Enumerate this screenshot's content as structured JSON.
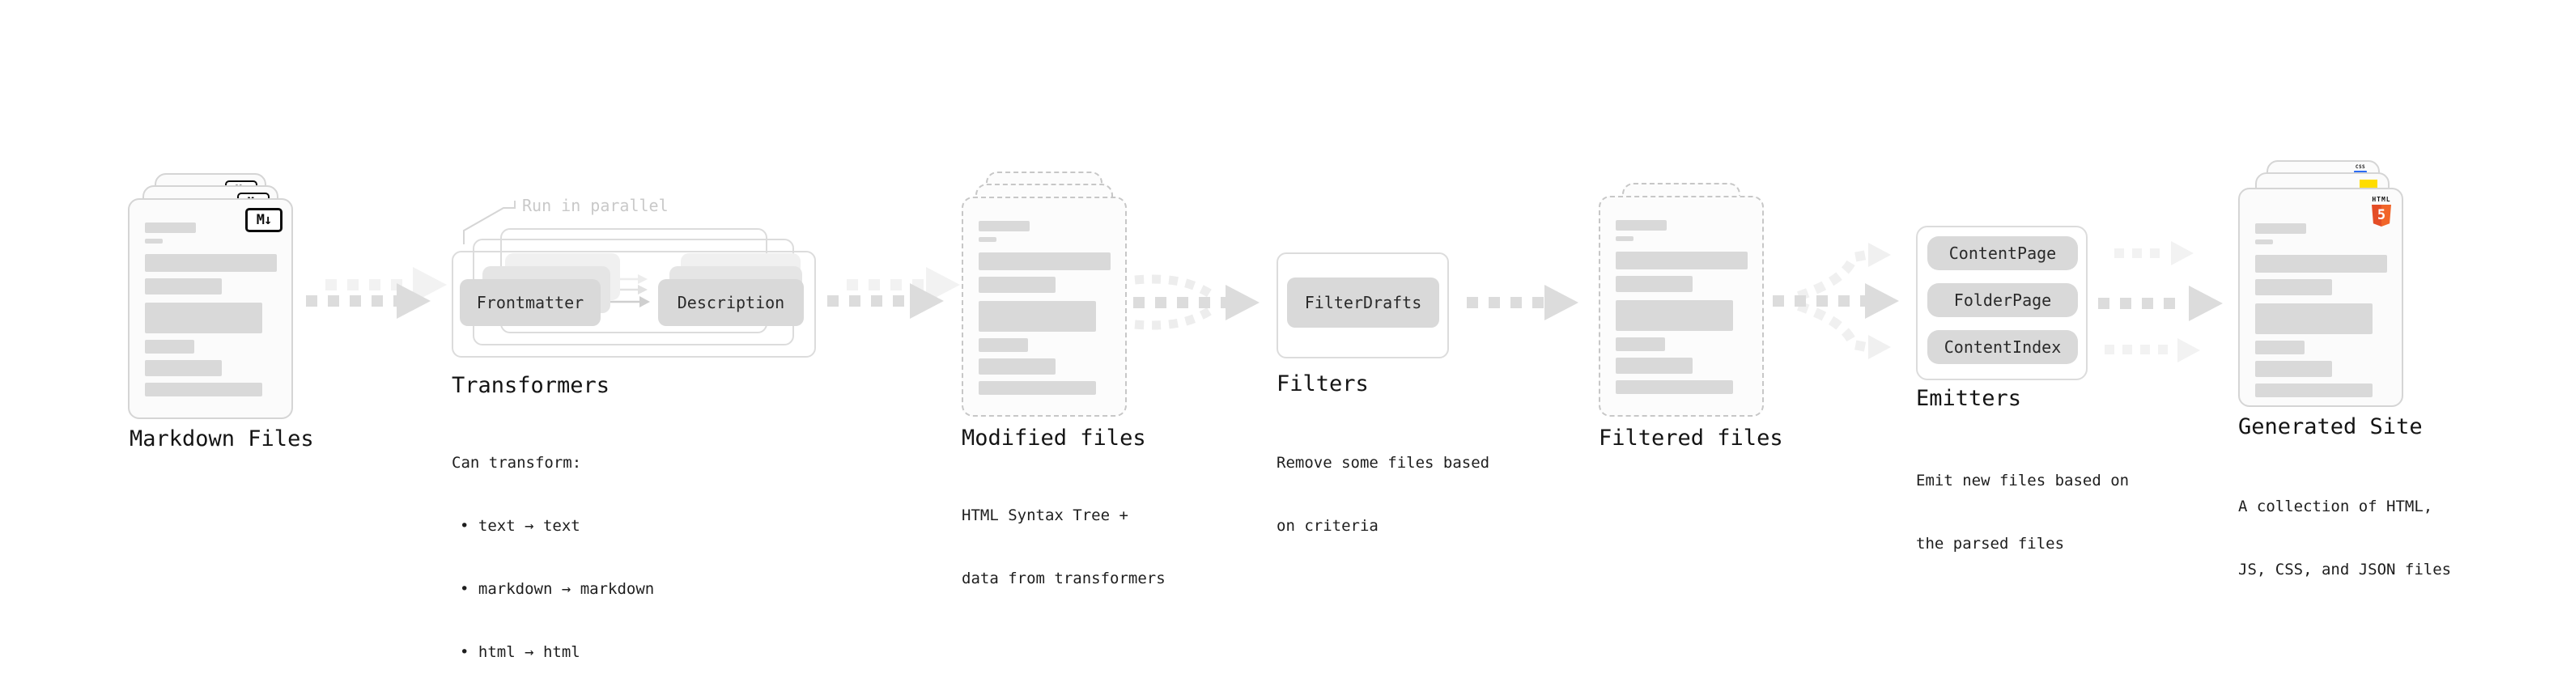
{
  "diagram": {
    "sections": {
      "markdown_files": {
        "title": "Markdown Files"
      },
      "transformers": {
        "title": "Transformers",
        "callout": "Run in parallel",
        "box_from": "Frontmatter",
        "box_to": "Description",
        "desc_heading": "Can transform:",
        "bullets": [
          "• text → text",
          "• markdown → markdown",
          "• html → html"
        ]
      },
      "modified_files": {
        "title": "Modified files",
        "desc": [
          "HTML Syntax Tree +",
          "data from transformers"
        ]
      },
      "filters": {
        "title": "Filters",
        "box": "FilterDrafts",
        "desc": [
          "Remove some files based",
          "on criteria"
        ]
      },
      "filtered_files": {
        "title": "Filtered files"
      },
      "emitters": {
        "title": "Emitters",
        "boxes": [
          "ContentPage",
          "FolderPage",
          "ContentIndex"
        ],
        "desc": [
          "Emit new files based on",
          "the parsed files"
        ]
      },
      "generated_site": {
        "title": "Generated Site",
        "desc": [
          "A collection of HTML,",
          "JS, CSS, and JSON files"
        ]
      }
    },
    "icons": {
      "markdown_label": "M↓",
      "html5_label": "HTML",
      "html5_number": "5",
      "css_label": "CSS"
    },
    "colors": {
      "html5_orange": "#e44d26",
      "html5_orange_light": "#f16529",
      "js_yellow": "#ffdd00",
      "css_blue": "#2b6bf3",
      "bar_gray": "#d9d9d9",
      "arrow_gray": "#dcdcdc",
      "arrow_light": "#f2f2f2",
      "callout_gray": "#c9c9c9"
    }
  }
}
